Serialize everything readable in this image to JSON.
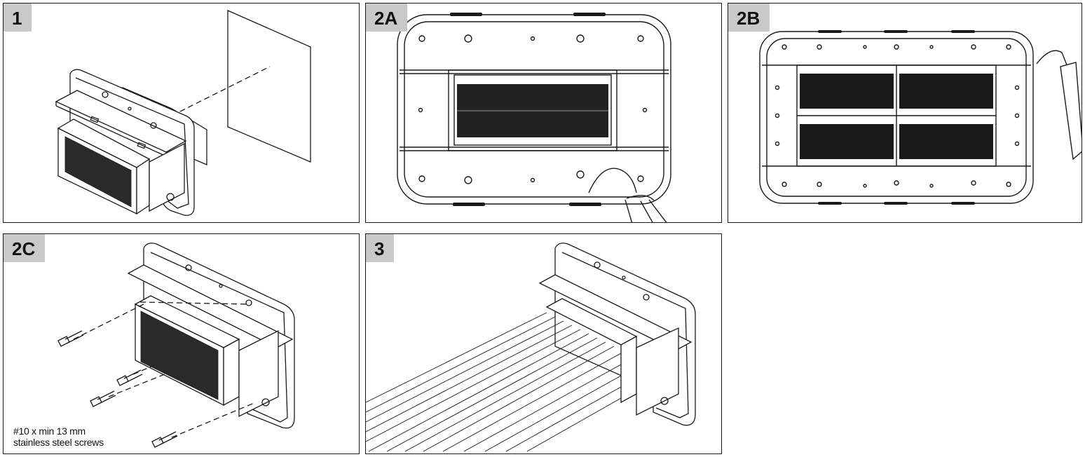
{
  "panels": {
    "p1": {
      "label": "1"
    },
    "p2a": {
      "label": "2A"
    },
    "p2b": {
      "label": "2B"
    },
    "p2c": {
      "label": "2C",
      "caption_line1": "#10 x min 13 mm",
      "caption_line2": "stainless steel screws"
    },
    "p3": {
      "label": "3"
    }
  },
  "colors": {
    "line": "#1a1a1a",
    "badge": "#c9c9c9",
    "background": "#ffffff"
  }
}
